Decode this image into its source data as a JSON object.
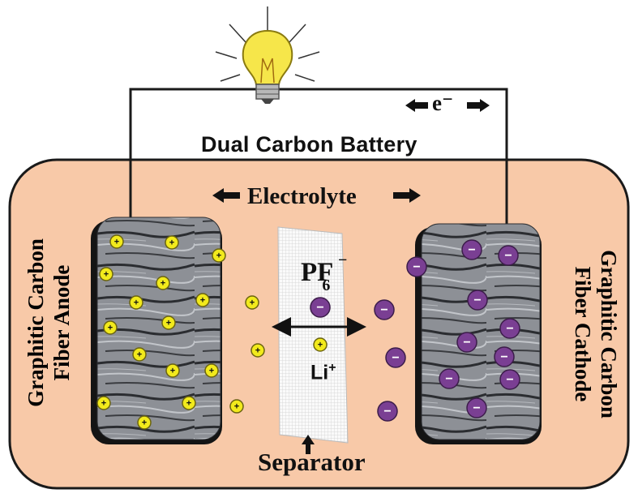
{
  "title": "Dual Carbon Battery",
  "electron_label": "e⁻",
  "electrolyte_label": "Electrolyte",
  "separator_label": "Separator",
  "anion_label": {
    "base": "PF",
    "subscript": "6",
    "superscript": "−"
  },
  "cation_label": {
    "base": "Li",
    "superscript": "+"
  },
  "anode_label": [
    "Graphitic Carbon",
    "Fiber Anode"
  ],
  "cathode_label": [
    "Graphitic Carbon",
    "Fiber Cathode"
  ],
  "cation_symbol": "+",
  "anion_symbol": "−",
  "colors": {
    "electrolyte": "#f8c9a8",
    "electrode": "#8d9096",
    "cation": "#f2ea1c",
    "anion": "#7a3f93",
    "wire": "#1a1a1a",
    "bulb": "#f6e64a"
  },
  "icons": [
    "light-bulb-icon",
    "double-arrow-icon",
    "up-arrow-icon"
  ]
}
